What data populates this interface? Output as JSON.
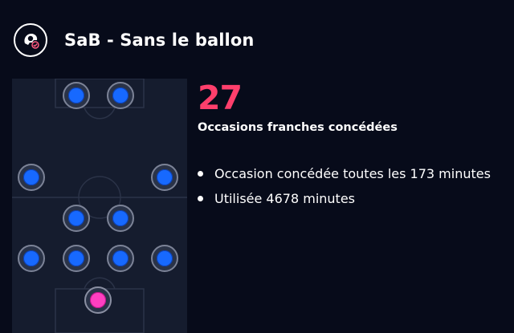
{
  "header": {
    "title": "SaB - Sans le ballon",
    "icon": "ball-possession-icon"
  },
  "stat": {
    "value": "27",
    "label": "Occasions franches concédées"
  },
  "bullets": [
    "Occasion concédée toutes les 173 minutes",
    "Utilisée 4678 minutes"
  ],
  "colors": {
    "background": "#070b1a",
    "pitch": "#151c2e",
    "accent": "#ff3f6c",
    "player_outfield": "#1769ff",
    "player_goalkeeper": "#ff3fc1"
  },
  "formation": {
    "outfield_players": 10,
    "goalkeepers": 1
  }
}
